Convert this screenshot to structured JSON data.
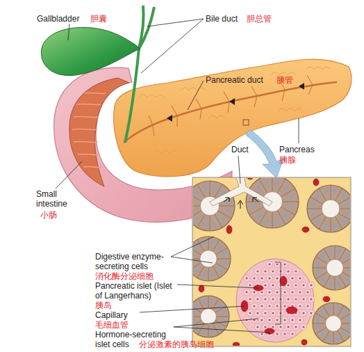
{
  "diagram": {
    "labels": [
      "Gallbladder",
      "胆囊",
      "Bile duct",
      "胆总管",
      "Pancreatic duct",
      "胰管",
      "Duct",
      "Pancreas",
      "胰腺",
      "Small intestine",
      "小肠",
      "Digestive enzyme-secreting cells",
      "消化酶分泌细胞",
      "Pancreatic islet (Islet of Langerhans)",
      "胰岛",
      "Capillary",
      "毛细血管",
      "Hormone-secreting islet cells",
      "分泌激素的胰岛细胞"
    ]
  }
}
